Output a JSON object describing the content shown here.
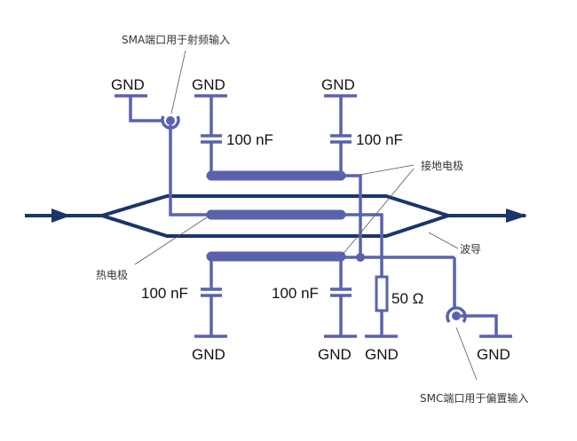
{
  "colors": {
    "circuit": "#5a62ad",
    "waveguide": "#1c3569",
    "text": "#111111",
    "annotation_text": "#333333",
    "leader_line": "#555555",
    "background": "#ffffff"
  },
  "labels": {
    "gnd": "GND",
    "cap_value": "100 nF",
    "resistor_value": "50 Ω",
    "sma_port": "SMA端口用于射频输入",
    "smc_port": "SMC端口用于偏置输入",
    "ground_electrode": "接地电极",
    "hot_electrode": "热电极",
    "waveguide": "波导"
  },
  "components": {
    "gnd_symbols": [
      "GND",
      "GND",
      "GND",
      "GND",
      "GND",
      "GND",
      "GND"
    ],
    "capacitors": [
      "100 nF",
      "100 nF",
      "100 nF",
      "100 nF"
    ],
    "resistor": "50 Ω",
    "ports": [
      "SMA",
      "SMC"
    ],
    "electrodes": [
      "ground-top",
      "hot-middle",
      "ground-bottom"
    ]
  }
}
